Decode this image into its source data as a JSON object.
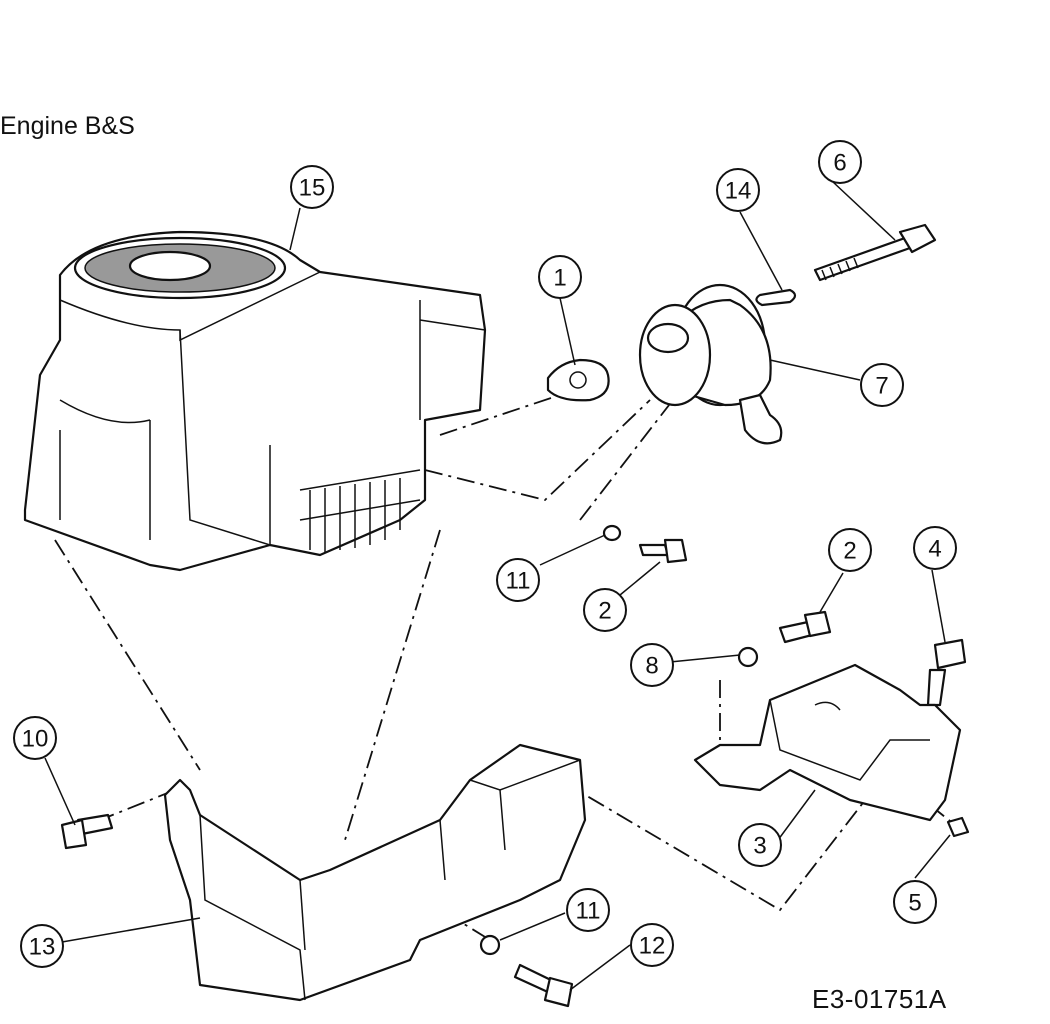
{
  "title": "Engine B&S",
  "drawing_code": "E3-01751A",
  "callouts": [
    "1",
    "2",
    "2",
    "3",
    "4",
    "5",
    "6",
    "7",
    "8",
    "10",
    "11",
    "11",
    "12",
    "13",
    "14",
    "15"
  ]
}
